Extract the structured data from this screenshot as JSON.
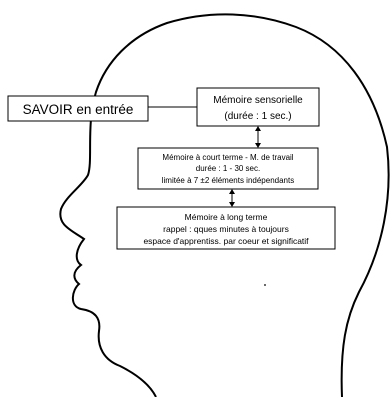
{
  "diagram": {
    "input_box": {
      "label": "SAVOIR en entrée"
    },
    "sensory_box": {
      "lines": [
        "Mémoire sensorielle",
        "(durée : 1 sec.)"
      ]
    },
    "short_term_box": {
      "lines": [
        "Mémoire à court terme - M. de travail",
        "durée : 1 - 30 sec.",
        "limitée à 7 ±2 éléments indépendants"
      ]
    },
    "long_term_box": {
      "lines": [
        "Mémoire à long terme",
        "rappel : qques minutes à toujours",
        "espace d'apprentiss. par coeur et significatif"
      ]
    }
  }
}
